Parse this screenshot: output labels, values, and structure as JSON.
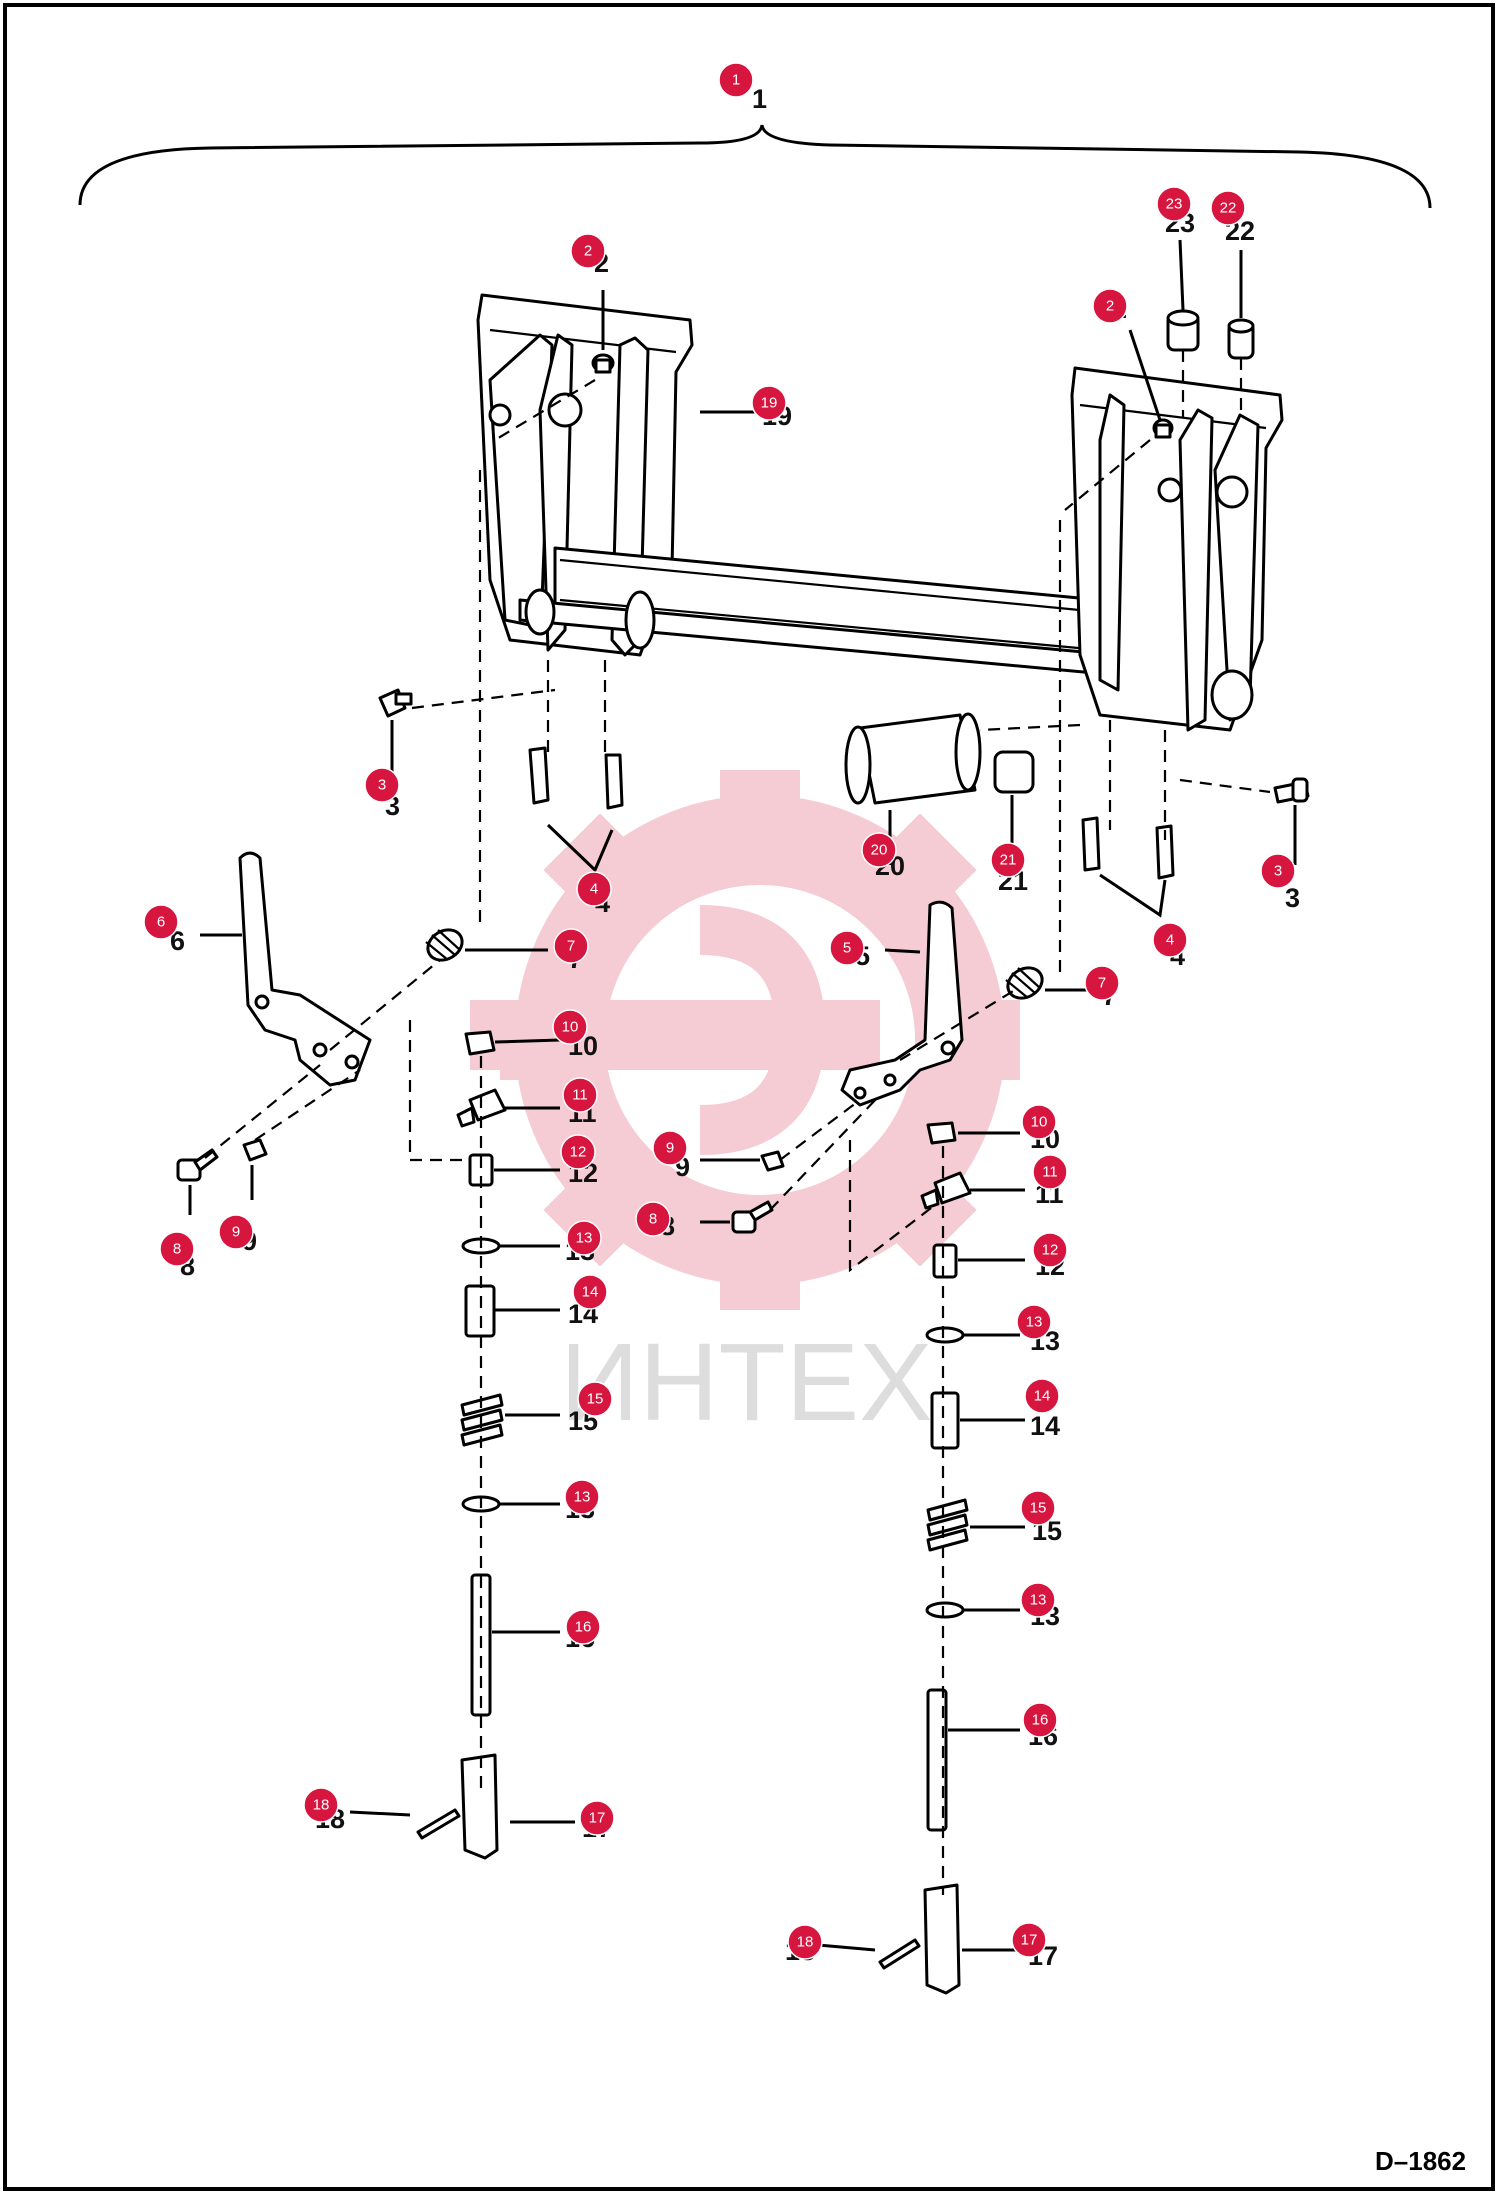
{
  "drawing_code": "D–1862",
  "watermark": {
    "text": "ИНТЕХ",
    "color": "#d6163f"
  },
  "badge_color": "#d6163f",
  "callouts": [
    {
      "num": "1",
      "badge": "1"
    },
    {
      "num": "2",
      "badge": "2"
    },
    {
      "num": "2",
      "badge": "2"
    },
    {
      "num": "23",
      "badge": "23"
    },
    {
      "num": "22",
      "badge": "22"
    },
    {
      "num": "19",
      "badge": "19"
    },
    {
      "num": "3",
      "badge": "3"
    },
    {
      "num": "3",
      "badge": "3"
    },
    {
      "num": "4",
      "badge": "4"
    },
    {
      "num": "4",
      "badge": "4"
    },
    {
      "num": "20",
      "badge": "20"
    },
    {
      "num": "21",
      "badge": "21"
    },
    {
      "num": "6",
      "badge": "6"
    },
    {
      "num": "5",
      "badge": "5"
    },
    {
      "num": "7",
      "badge": "7"
    },
    {
      "num": "7",
      "badge": "7"
    },
    {
      "num": "10",
      "badge": "10"
    },
    {
      "num": "10",
      "badge": "10"
    },
    {
      "num": "11",
      "badge": "11"
    },
    {
      "num": "11",
      "badge": "11"
    },
    {
      "num": "12",
      "badge": "12"
    },
    {
      "num": "12",
      "badge": "12"
    },
    {
      "num": "9",
      "badge": "9"
    },
    {
      "num": "9",
      "badge": "9"
    },
    {
      "num": "8",
      "badge": "8"
    },
    {
      "num": "8",
      "badge": "8"
    },
    {
      "num": "13",
      "badge": "13"
    },
    {
      "num": "13",
      "badge": "13"
    },
    {
      "num": "13",
      "badge": "13"
    },
    {
      "num": "13",
      "badge": "13"
    },
    {
      "num": "14",
      "badge": "14"
    },
    {
      "num": "14",
      "badge": "14"
    },
    {
      "num": "15",
      "badge": "15"
    },
    {
      "num": "15",
      "badge": "15"
    },
    {
      "num": "16",
      "badge": "16"
    },
    {
      "num": "16",
      "badge": "16"
    },
    {
      "num": "17",
      "badge": "17"
    },
    {
      "num": "17",
      "badge": "17"
    },
    {
      "num": "18",
      "badge": "18"
    },
    {
      "num": "18",
      "badge": "18"
    }
  ]
}
